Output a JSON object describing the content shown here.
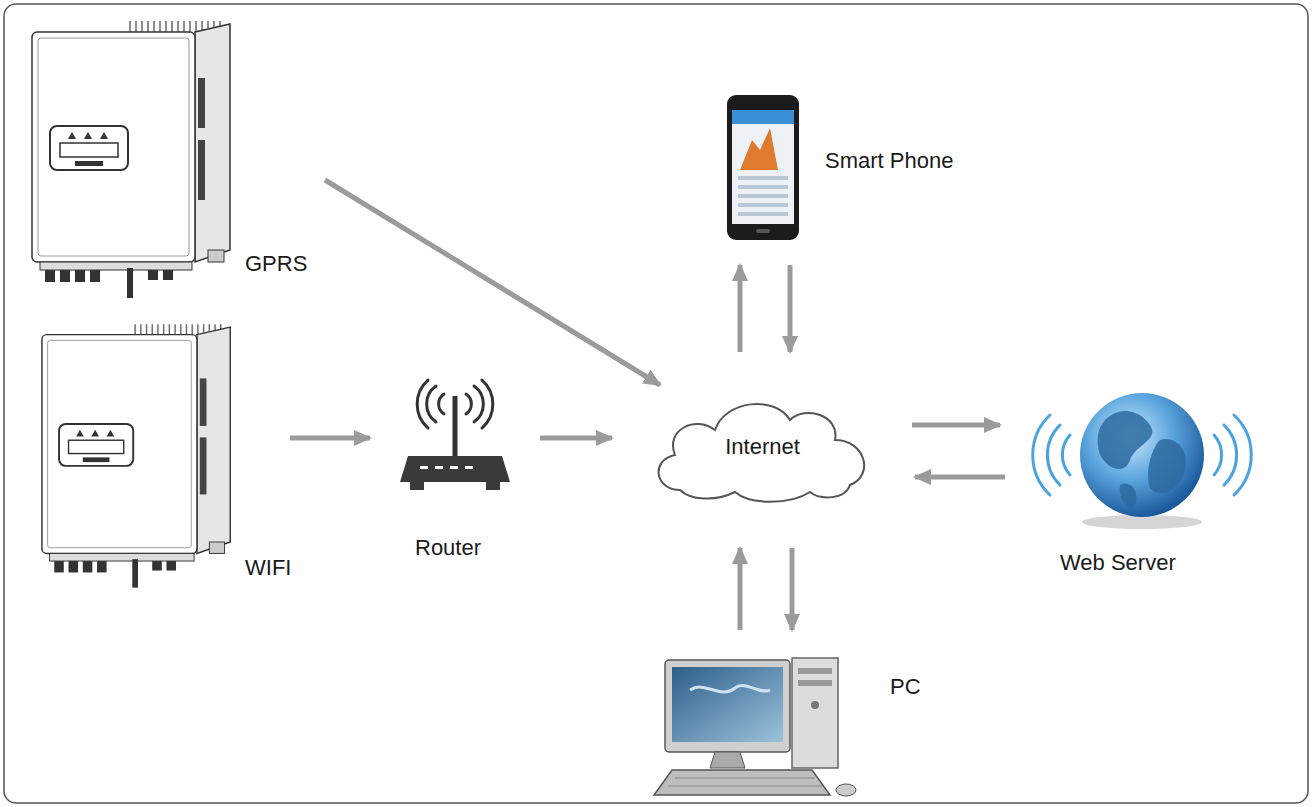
{
  "diagram": {
    "nodes": [
      {
        "text": [
          "GPRS"
        ]
      },
      {
        "text": [
          "Smart Phone"
        ]
      },
      {
        "text": [
          "WIFI"
        ]
      },
      {
        "text": [
          "Router"
        ]
      },
      {
        "text": [
          "Internet"
        ]
      },
      {
        "text": [
          "Web Server"
        ]
      },
      {
        "text": [
          "PC"
        ]
      }
    ],
    "edges": [
      {
        "from": 0,
        "to": 4,
        "arrow": "to"
      },
      {
        "from": 2,
        "to": 3,
        "arrow": "to"
      },
      {
        "from": 3,
        "to": 4,
        "arrow": "to"
      },
      {
        "from": 4,
        "to": 1,
        "arrow": "to"
      },
      {
        "from": 1,
        "to": 4,
        "arrow": "to"
      },
      {
        "from": 4,
        "to": 5,
        "arrow": "to"
      },
      {
        "from": 5,
        "to": 4,
        "arrow": "to"
      },
      {
        "from": 4,
        "to": 6,
        "arrow": "to"
      },
      {
        "from": 6,
        "to": 4,
        "arrow": "to"
      }
    ]
  }
}
